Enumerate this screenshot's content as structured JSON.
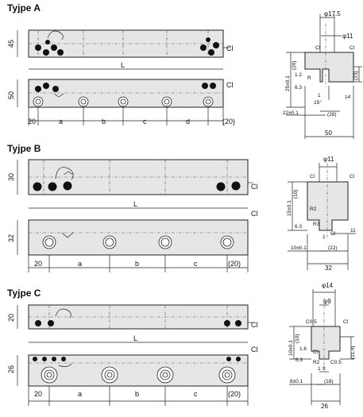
{
  "sections": {
    "a": {
      "title": "Tyjpe A",
      "front_height": "45",
      "top_height": "50",
      "length": "L",
      "chamfer": "Cl",
      "pitch_labels": [
        "20",
        "a",
        "b",
        "c",
        "d",
        "(20)"
      ],
      "profile": {
        "top_dia": "φ17.5",
        "inner_dia": "φ11",
        "height": "25±0.1",
        "sub_height": "(20)",
        "right_dim": "(23)",
        "base_dim": "14",
        "left_offset": "22±0.1",
        "bottom_inner": "(28)",
        "width": "50",
        "radius_1": "R",
        "radius_2": "1.2",
        "surface": "6.3",
        "chamfer": "Cl",
        "deg": "15°",
        "small": "1"
      }
    },
    "b": {
      "title": "Tyjpe B",
      "front_height": "30",
      "top_height": "32",
      "length": "L",
      "chamfer": "Cl",
      "pitch_labels": [
        "20",
        "a",
        "b",
        "c",
        "(20)"
      ],
      "profile": {
        "inner_dia": "φ11",
        "height": "15±0.1",
        "sub_height": "(10)",
        "radius": "R2",
        "radius_b": "R3",
        "surface": "6.3",
        "chamfer": "Cl",
        "base_dim": "11",
        "left_offset": "10±0.1",
        "bottom_inner": "(22)",
        "width": "32",
        "small": "1"
      }
    },
    "c": {
      "title": "Tyjpe C",
      "front_height": "20",
      "top_height": "26",
      "length": "L",
      "chamfer": "Cl",
      "pitch_labels": [
        "20",
        "a",
        "b",
        "c",
        "(20)"
      ],
      "profile": {
        "top_dia": "φ14",
        "inner_dia": "φ9",
        "c_label": "C0.5",
        "c_label2": "C0.5",
        "height": "10±0.1",
        "sub_height": "(10)",
        "radius": "R2",
        "surface": "6.3",
        "ra": "1.6",
        "chamfer": "Cl",
        "right_dim": "(11.4)",
        "base_dim": "9",
        "left_offset": "8±0.1",
        "bottom_inner": "(18)",
        "width": "26",
        "small": "1"
      }
    }
  }
}
